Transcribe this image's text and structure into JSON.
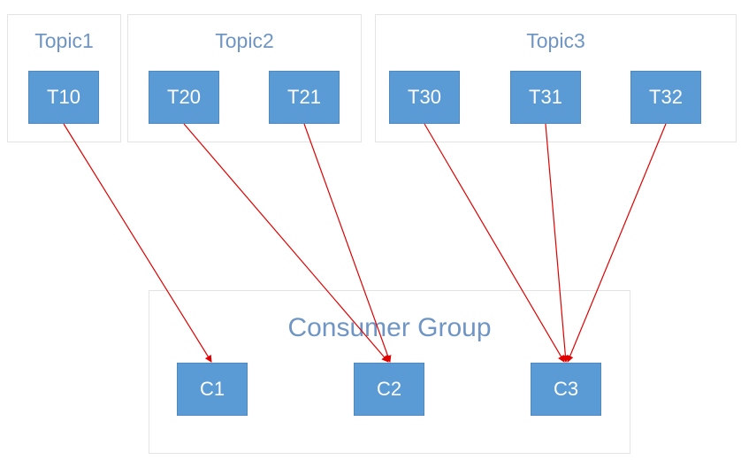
{
  "topics": [
    {
      "title": "Topic1",
      "partitions": [
        "T10"
      ]
    },
    {
      "title": "Topic2",
      "partitions": [
        "T20",
        "T21"
      ]
    },
    {
      "title": "Topic3",
      "partitions": [
        "T30",
        "T31",
        "T32"
      ]
    }
  ],
  "consumer_group": {
    "title": "Consumer Group",
    "consumers": [
      "C1",
      "C2",
      "C3"
    ]
  },
  "connections": [
    {
      "from": "T10",
      "to": "C1"
    },
    {
      "from": "T20",
      "to": "C2"
    },
    {
      "from": "T21",
      "to": "C2"
    },
    {
      "from": "T30",
      "to": "C3"
    },
    {
      "from": "T31",
      "to": "C3"
    },
    {
      "from": "T32",
      "to": "C3"
    }
  ],
  "colors": {
    "node_fill": "#5b9bd5",
    "title_text": "#6f95c4",
    "connector": "#e00000"
  }
}
